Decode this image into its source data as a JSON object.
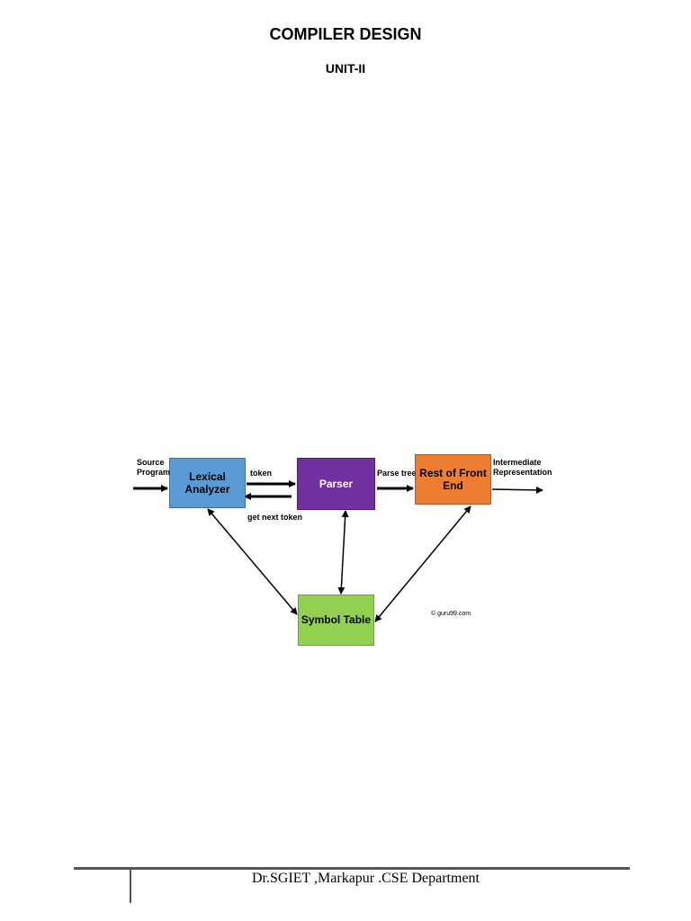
{
  "header": {
    "title": "COMPILER DESIGN",
    "unit": "UNIT-II"
  },
  "diagram": {
    "nodes": {
      "lexical": {
        "label": "Lexical Analyzer",
        "color": "#5B9BD5"
      },
      "parser": {
        "label": "Parser",
        "color": "#7030A0"
      },
      "rest": {
        "label": "Rest of Front End",
        "color": "#ED7D31"
      },
      "symbol": {
        "label": "Symbol Table",
        "color": "#92D050"
      }
    },
    "labels": {
      "source": "Source Program",
      "token": "token",
      "get_next_token": "get next token",
      "parse_tree": "Parse tree",
      "intermediate": "Intermediate Representation",
      "credit": "© guru99.com"
    }
  },
  "footer": {
    "text": "Dr.SGIET ,Markapur .CSE Department"
  }
}
